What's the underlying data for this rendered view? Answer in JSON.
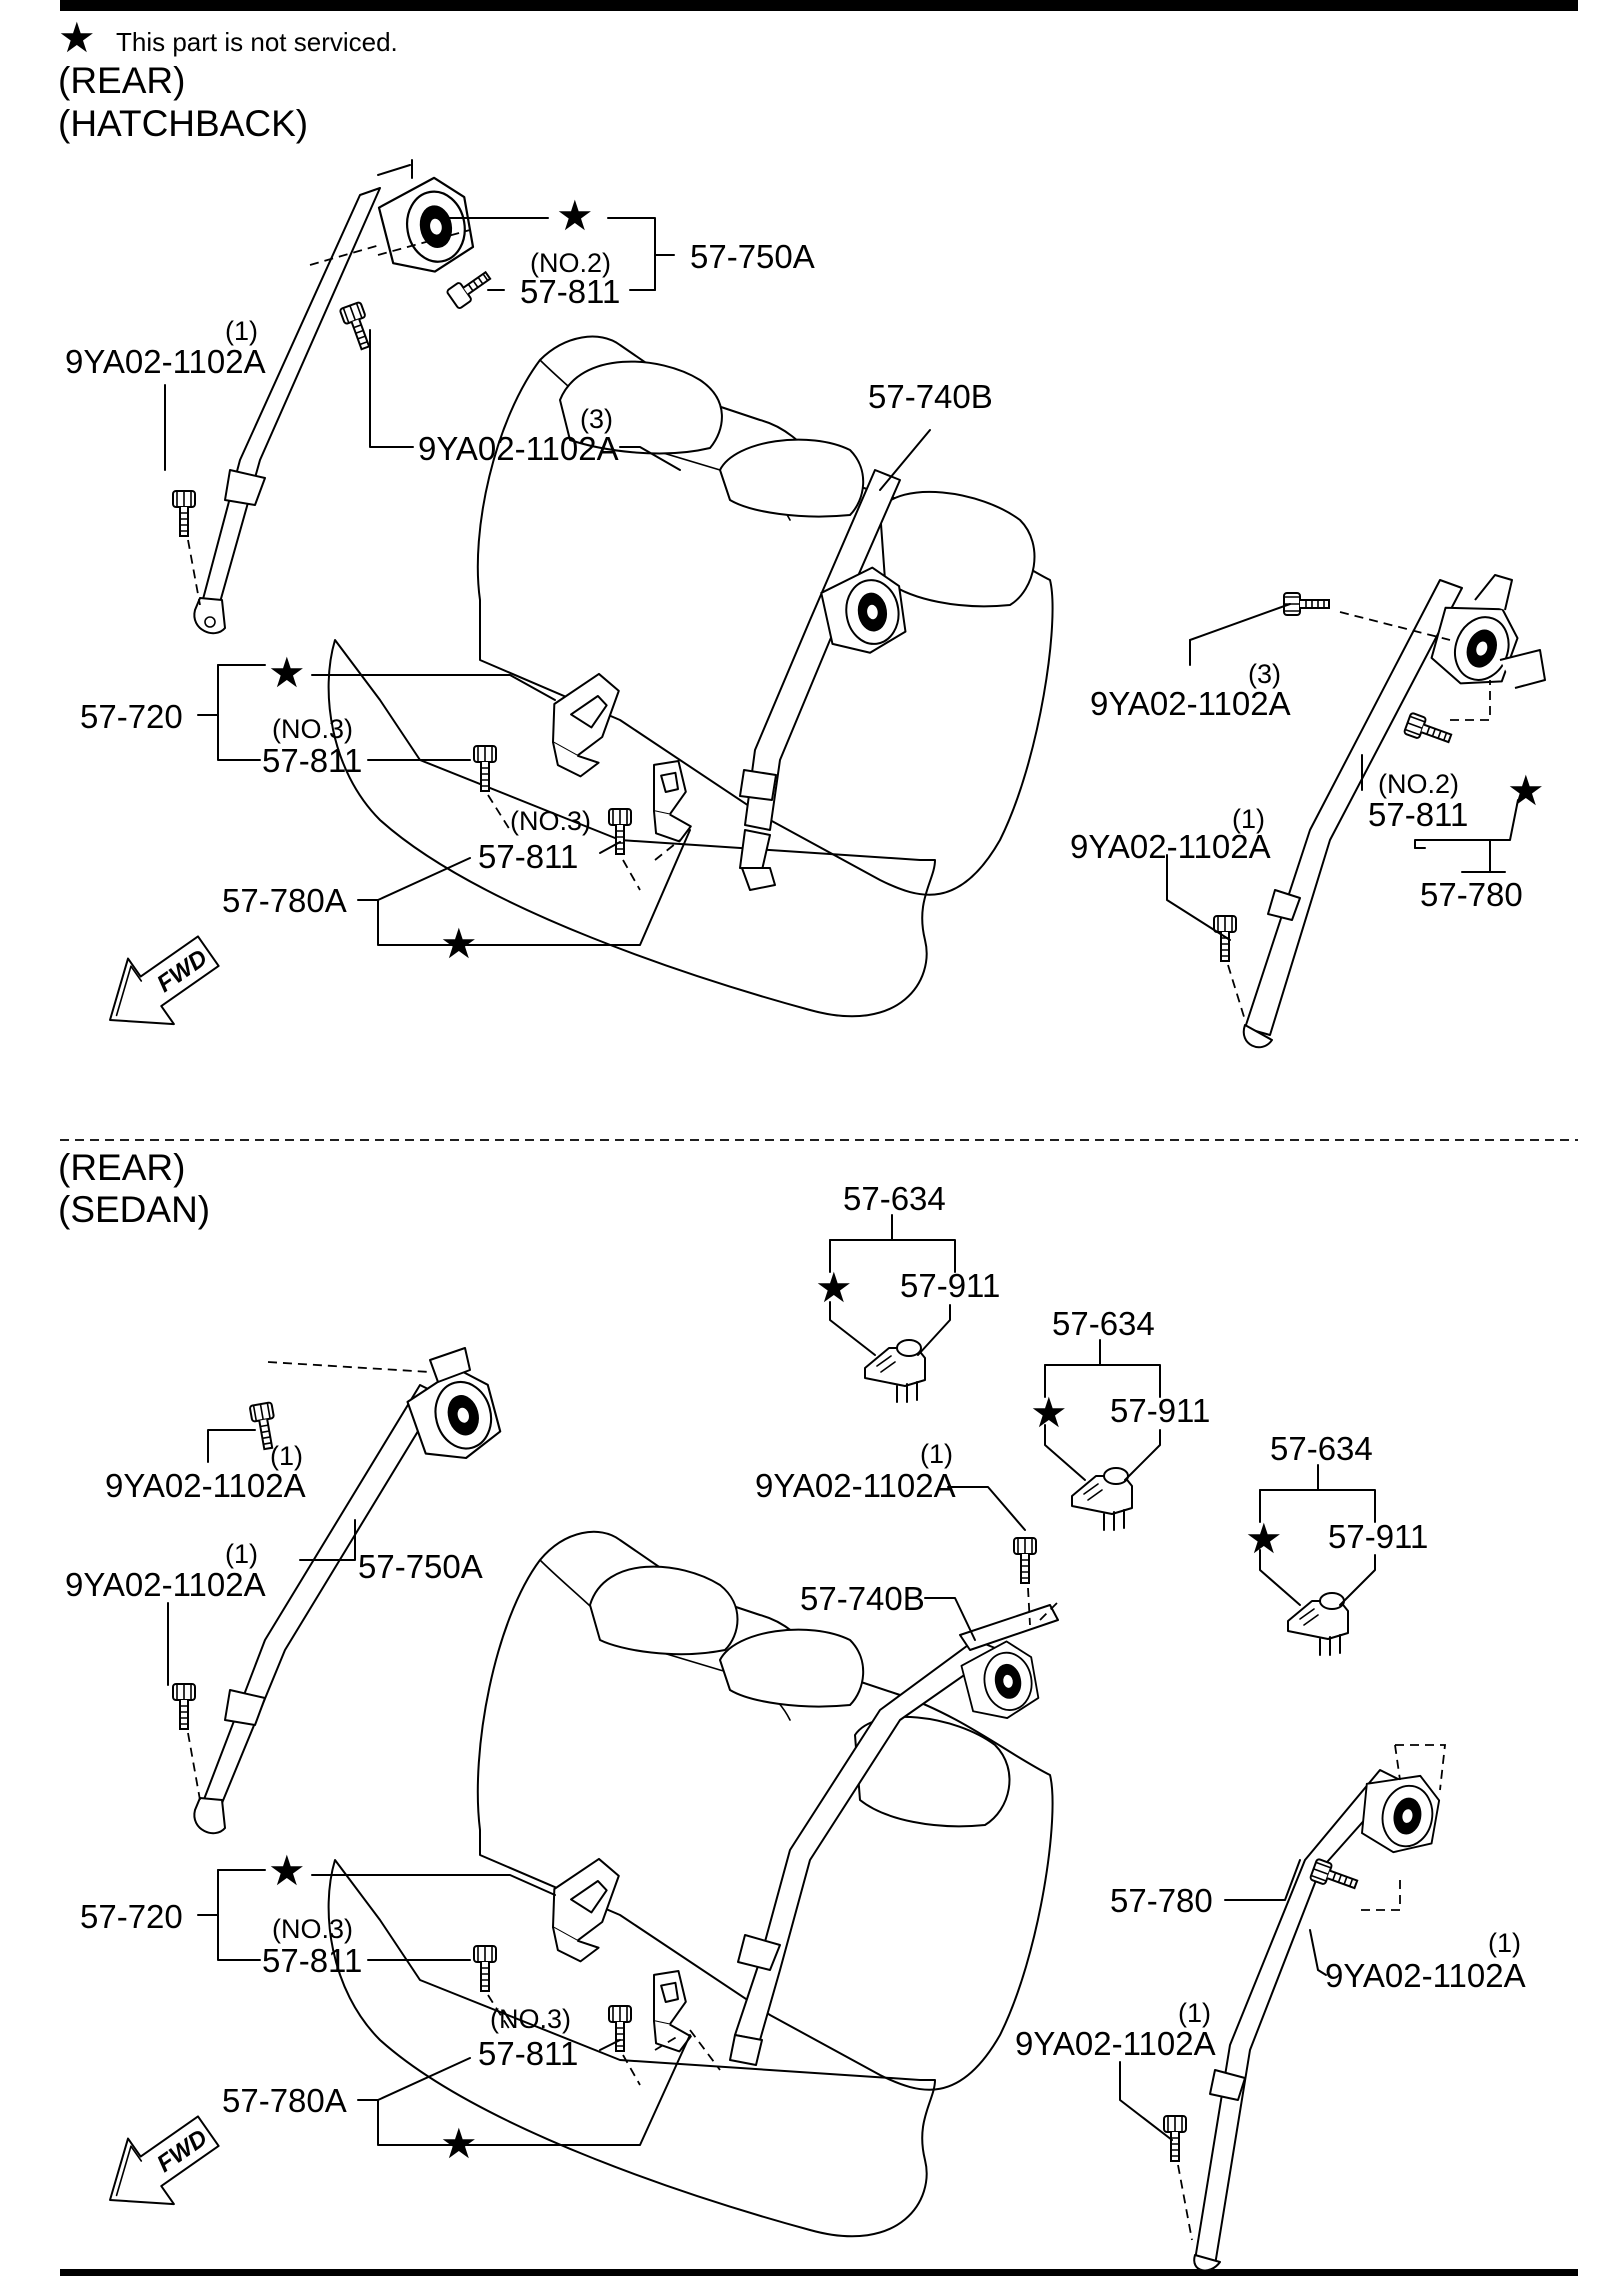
{
  "legend": {
    "symbol": "★",
    "text": "This part is not serviced."
  },
  "hatchback": {
    "heading_line1": "(REAR)",
    "heading_line2": "(HATCHBACK)",
    "callouts": {
      "c_57_750A": "57-750A",
      "c_no2_a": "(NO.2)",
      "c_57_811_a": "57-811",
      "c_1_a": "(1)",
      "c_9ya_a": "9YA02-1102A",
      "c_3_a": "(3)",
      "c_9ya_b": "9YA02-1102A",
      "c_57_740B": "57-740B",
      "c_3_b": "(3)",
      "c_9ya_c": "9YA02-1102A",
      "c_57_720": "57-720",
      "c_no3_a": "(NO.3)",
      "c_57_811_b": "57-811",
      "c_no2_b": "(NO.2)",
      "c_57_811_c": "57-811",
      "c_no3_b": "(NO.3)",
      "c_57_811_d": "57-811",
      "c_1_b": "(1)",
      "c_9ya_d": "9YA02-1102A",
      "c_57_780A": "57-780A",
      "c_57_780": "57-780"
    },
    "fwd": "FWD"
  },
  "sedan": {
    "heading_line1": "(REAR)",
    "heading_line2": "(SEDAN)",
    "callouts": {
      "c_57_634_a": "57-634",
      "c_57_911_a": "57-911",
      "c_57_634_b": "57-634",
      "c_57_911_b": "57-911",
      "c_57_634_c": "57-634",
      "c_57_911_c": "57-911",
      "c_1_a": "(1)",
      "c_9ya_a": "9YA02-1102A",
      "c_1_b": "(1)",
      "c_9ya_b": "9YA02-1102A",
      "c_1_c": "(1)",
      "c_9ya_c": "9YA02-1102A",
      "c_57_750A": "57-750A",
      "c_57_740B": "57-740B",
      "c_57_720": "57-720",
      "c_no3_a": "(NO.3)",
      "c_57_811_a": "57-811",
      "c_57_780": "57-780",
      "c_1_d": "(1)",
      "c_9ya_d": "9YA02-1102A",
      "c_1_e": "(1)",
      "c_9ya_e": "9YA02-1102A",
      "c_no3_b": "(NO.3)",
      "c_57_811_b": "57-811",
      "c_57_780A": "57-780A"
    },
    "fwd": "FWD"
  }
}
